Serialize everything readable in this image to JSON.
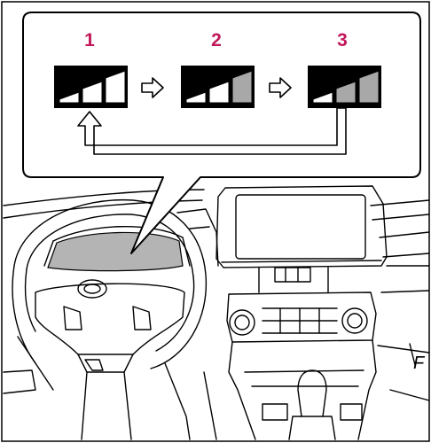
{
  "colors": {
    "accent": "#c2185b",
    "stroke": "#000000",
    "level_shade": "#a8a8a8",
    "cluster_shade": "#b4b4b4",
    "background": "#ffffff"
  },
  "callout": {
    "steps": [
      {
        "number": "1",
        "shaded_bars": 0
      },
      {
        "number": "2",
        "shaded_bars": 1
      },
      {
        "number": "3",
        "shaded_bars": 2
      }
    ],
    "arrow_icons": [
      "arrow-right-icon",
      "arrow-right-icon",
      "return-arrow-icon"
    ]
  },
  "dashboard": {
    "dial_text": "F"
  }
}
